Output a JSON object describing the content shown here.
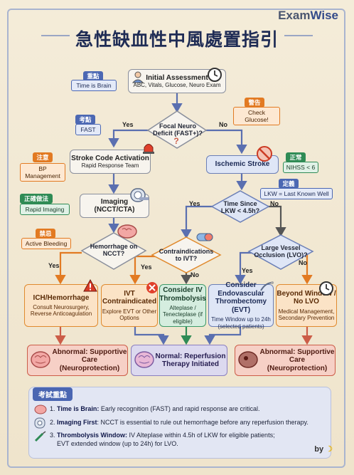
{
  "brand": {
    "exam": "Exam",
    "wise": "Wise"
  },
  "title": "急性缺血性中風處置指引",
  "nodes": {
    "initial": {
      "title": "Initial Assessment",
      "sub": "ABC, Vitals, Glucose, Neuro Exam"
    },
    "focal": {
      "title": "Focal Neuro Deficit (FAST+)?"
    },
    "stroke_code": {
      "title": "Stroke Code Activation",
      "sub": "Rapid Response Team"
    },
    "ischemic": {
      "title": "Ischemic Stroke"
    },
    "imaging": {
      "title": "Imaging (NCCT/CTA)"
    },
    "time_since": {
      "title": "Time Since LKW < 4.5h?"
    },
    "hemorrhage": {
      "title": "Hemorrhage on NCCT?"
    },
    "contra": {
      "title": "Contraindications to IVT?"
    },
    "lvo": {
      "title": "Large Vessel Occlusion (LVO)?"
    },
    "ich": {
      "title": "ICH/Hemorrhage",
      "sub": "Consult Neurosurgery, Reverse Anticoagulation"
    },
    "ivt_contra": {
      "title": "IVT Contraindicated",
      "sub": "Explore EVT or Other Options"
    },
    "consider_iv": {
      "title": "Consider IV Thrombolysis",
      "sub": "Alteplase / Tenecteplase (if eligible)"
    },
    "consider_evt": {
      "title": "Consider Endovascular Thrombectomy (EVT)",
      "sub": "Time Window up to 24h (selected patients)"
    },
    "beyond": {
      "title": "Beyond Window / No LVO",
      "sub": "Medical Management, Secondary Prevention"
    },
    "abn1": {
      "title": "Abnormal: Supportive Care (Neuroprotection)"
    },
    "normal": {
      "title": "Normal: Reperfusion Therapy Initiated"
    },
    "abn2": {
      "title": "Abnormal: Supportive Care (Neuroprotection)"
    }
  },
  "tags": {
    "key": {
      "label": "重點",
      "note": "Time is Brain"
    },
    "warn": {
      "label": "警告",
      "note": "Check Glucose!"
    },
    "test": {
      "label": "考點",
      "note": "FAST"
    },
    "normal": {
      "label": "正常",
      "note": "NIHSS < 6"
    },
    "caution": {
      "label": "注意",
      "note": "BP Management"
    },
    "define": {
      "label": "定義",
      "note": "LKW = Last Known Well"
    },
    "correct": {
      "label": "正確做法",
      "note": "Rapid Imaging"
    },
    "forbid": {
      "label": "禁忌",
      "note": "Active Bleeding"
    }
  },
  "edges": {
    "yes": "Yes",
    "no": "No"
  },
  "summary": {
    "title": "考試重點",
    "items": [
      {
        "num": "1.",
        "bold": "Time is Brain:",
        "text": " Early recognition (FAST) and rapid response are critical."
      },
      {
        "num": "2.",
        "bold": "Imaging First",
        "text": ": NCCT is essential to rule out hemorrhage before any reperfusion therapy."
      },
      {
        "num": "3.",
        "bold": "Thrombolysis Window:",
        "text": " IV Alteplase within 4.5h of LKW for eligible patients;"
      },
      {
        "num": "",
        "bold": "",
        "text": "EVT extended window (up to 24h) for LVO."
      }
    ]
  },
  "byline": "by",
  "colors": {
    "blue": "#4c68b3",
    "orange": "#e27a22",
    "green": "#2f8b55",
    "red": "#cc5d48",
    "navy": "#1f2c55"
  },
  "icons": [
    "doctor-icon",
    "clock-icon",
    "brain-icon",
    "question-icon",
    "siren-icon",
    "no-entry-icon",
    "ct-scanner-icon",
    "pill-icon",
    "stop-icon",
    "warning-icon",
    "vessel-icon",
    "banana-icon"
  ]
}
